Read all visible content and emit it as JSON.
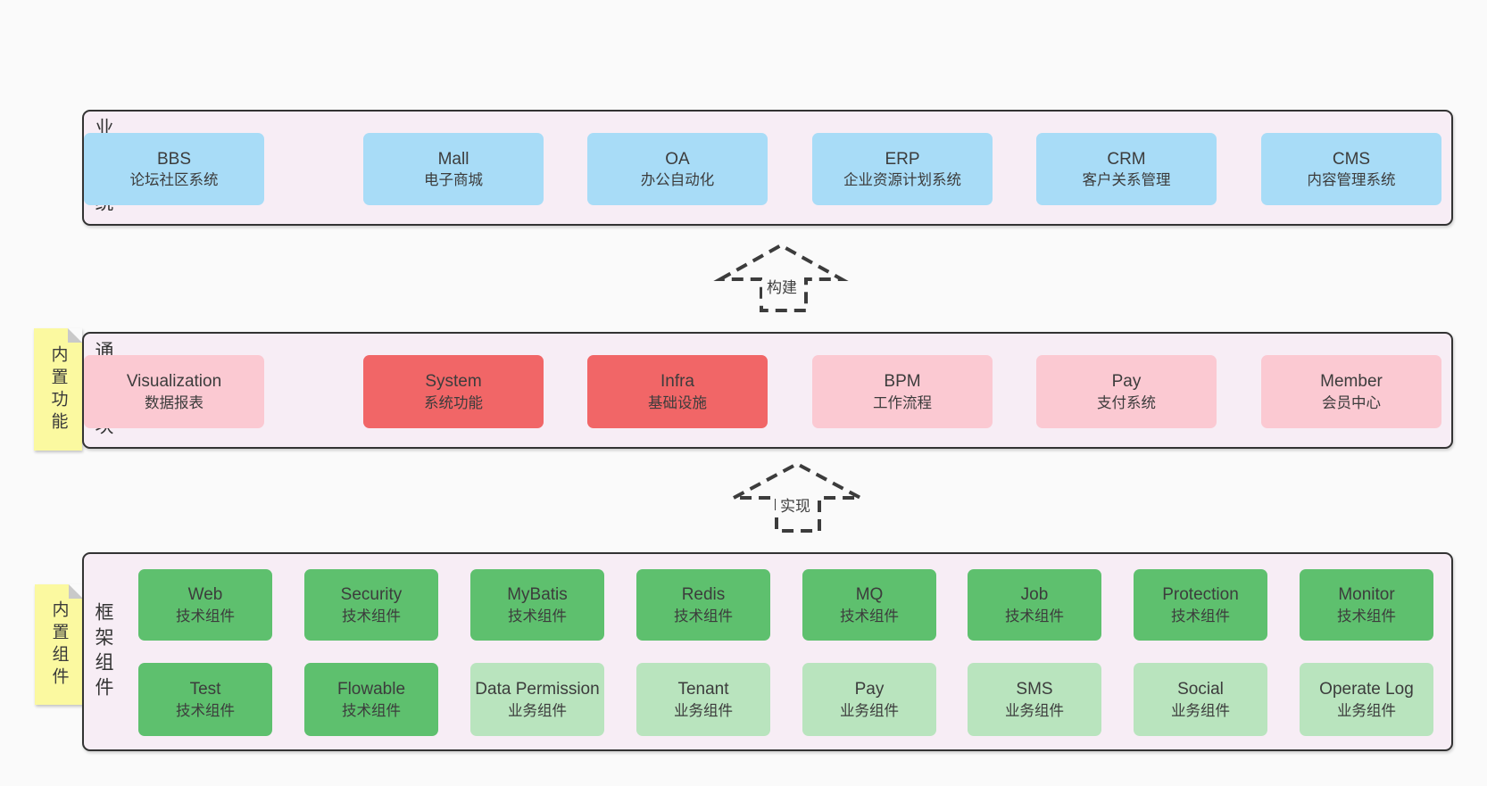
{
  "diagram": {
    "background": "#fafafa",
    "colors": {
      "band_fill": "#f7edf5",
      "band_border": "#333333",
      "blue_box": "#a8dcf7",
      "red_box": "#f16667",
      "pink_box": "#fbc9d2",
      "green_box": "#5ec06e",
      "light_green_box": "#b9e4be",
      "sticky_note": "#fbf9a0",
      "fold_corner": "#c9c9c9",
      "text": "#3c3c3c"
    },
    "bands": {
      "business": {
        "label": "业务系统",
        "boxes": [
          {
            "name": "Mall",
            "sub": "电子商城"
          },
          {
            "name": "OA",
            "sub": "办公自动化"
          },
          {
            "name": "ERP",
            "sub": "企业资源计划系统"
          },
          {
            "name": "CRM",
            "sub": "客户关系管理"
          },
          {
            "name": "CMS",
            "sub": "内容管理系统"
          },
          {
            "name": "BBS",
            "sub": "论坛社区系统"
          }
        ]
      },
      "modules": {
        "label": "通用模块",
        "sticky": "内置功能",
        "boxes": [
          {
            "name": "System",
            "sub": "系统功能"
          },
          {
            "name": "Infra",
            "sub": "基础设施"
          },
          {
            "name": "BPM",
            "sub": "工作流程"
          },
          {
            "name": "Pay",
            "sub": "支付系统"
          },
          {
            "name": "Member",
            "sub": "会员中心"
          },
          {
            "name": "Visualization",
            "sub": "数据报表"
          }
        ]
      },
      "components": {
        "label": "框架组件",
        "sticky": "内置组件",
        "row1": [
          {
            "name": "Web",
            "sub": "技术组件"
          },
          {
            "name": "Security",
            "sub": "技术组件"
          },
          {
            "name": "MyBatis",
            "sub": "技术组件"
          },
          {
            "name": "Redis",
            "sub": "技术组件"
          },
          {
            "name": "MQ",
            "sub": "技术组件"
          },
          {
            "name": "Job",
            "sub": "技术组件"
          },
          {
            "name": "Protection",
            "sub": "技术组件"
          },
          {
            "name": "Monitor",
            "sub": "技术组件"
          }
        ],
        "row2": [
          {
            "name": "Test",
            "sub": "技术组件"
          },
          {
            "name": "Flowable",
            "sub": "技术组件"
          },
          {
            "name": "Data Permission",
            "sub": "业务组件"
          },
          {
            "name": "Tenant",
            "sub": "业务组件"
          },
          {
            "name": "Pay",
            "sub": "业务组件"
          },
          {
            "name": "SMS",
            "sub": "业务组件"
          },
          {
            "name": "Social",
            "sub": "业务组件"
          },
          {
            "name": "Operate Log",
            "sub": "业务组件"
          }
        ]
      }
    },
    "arrows": {
      "build": {
        "label": "构建"
      },
      "implement": {
        "label": "实现"
      }
    }
  }
}
